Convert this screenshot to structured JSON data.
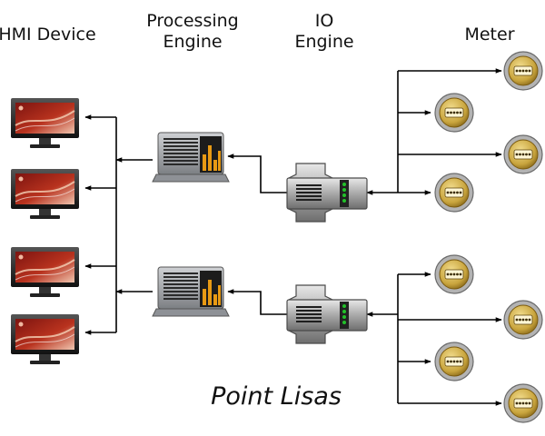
{
  "headers": {
    "hmi": "HMI Device",
    "processing_line1": "Processing",
    "processing_line2": "Engine",
    "io_line1": "IO",
    "io_line2": "Engine",
    "meter": "Meter"
  },
  "caption": "Point Lisas",
  "components": {
    "hmi_count": 4,
    "processing_count": 2,
    "io_count": 2,
    "meter_count": 8
  },
  "colors": {
    "screen_red": "#9a1e14",
    "meter_gold": "#c9a53e",
    "led_green": "#22c22a",
    "bar_orange": "#e89a14"
  }
}
